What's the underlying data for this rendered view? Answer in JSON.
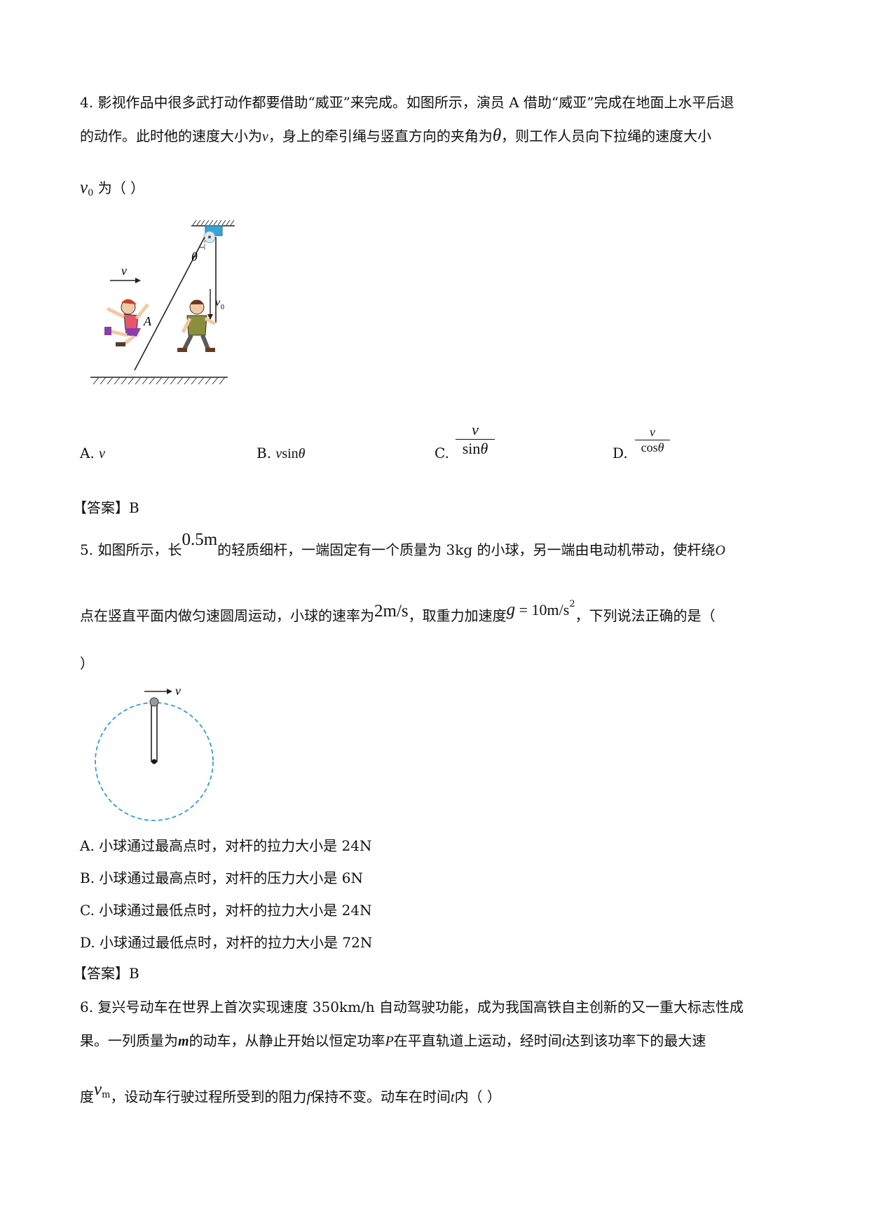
{
  "q4": {
    "line1": "4. 影视作品中很多武打动作都要借助“威亚”来完成。如图所示，演员 A 借助“威亚”完成在地面上水平后退",
    "line2a": "的动作。此时他的速度大小为",
    "v": "v",
    "line2b": "，身上的牵引绳与竖直方向的夹角为",
    "theta": "θ",
    "line2c": "，则工作人员向下拉绳的速度大小",
    "v0_base": "v",
    "v0_sub": "0",
    "line3": " 为（        ）",
    "fig": {
      "v": "v",
      "theta": "θ",
      "A": "A",
      "v0": "v",
      "v0_sub": "0"
    },
    "options": {
      "a_label": "A. ",
      "a_val": "v",
      "b_label": "B. ",
      "b_val": "v",
      "b_func": "sin",
      "b_theta": "θ",
      "c_label": "C. ",
      "c_num": "v",
      "c_den_func": "sin",
      "c_den_theta": "θ",
      "d_label": "D. ",
      "d_num": "v",
      "d_den_func": "cos",
      "d_den_theta": "θ"
    },
    "answer": "【答案】B"
  },
  "q5": {
    "line1a": "5. 如图所示，长",
    "len": "0.5m",
    "line1b": "的轻质细杆，一端固定有一个质量为 3kg 的小球，另一端由电动机带动，使杆绕",
    "O": "O",
    "line2a": "点在竖直平面内做匀速圆周运动，小球的速率为",
    "speed": "2m/s",
    "line2b": "，取重力加速度",
    "g": "g",
    "geq": " = 10m/s",
    "gsup": "2",
    "line2c": "，下列说法正确的是（",
    "line3": "）",
    "fig": {
      "v": "v"
    },
    "options": [
      "A. 小球通过最高点时，对杆的拉力大小是 24N",
      "B. 小球通过最高点时，对杆的压力大小是 6N",
      "C. 小球通过最低点时，对杆的拉力大小是 24N",
      "D. 小球通过最低点时，对杆的拉力大小是 72N"
    ],
    "answer": "【答案】B"
  },
  "q6": {
    "line1": "6. 复兴号动车在世界上首次实现速度 350km/h 自动驾驶功能，成为我国高铁自主创新的又一重大标志性成",
    "line2a": "果。一列质量为",
    "m": "m",
    "line2b": "的动车，从静止开始以恒定功率",
    "P": "P",
    "line2c": "在平直轨道上运动，经时间",
    "t": "t",
    "line2d": "达到该功率下的最大速",
    "line3a": "度",
    "vm_base": "v",
    "vm_sub": "m",
    "line3b": "，设动车行驶过程所受到的阻力",
    "f": "f",
    "line3c": "保持不变。动车在时间",
    "t2": "t",
    "line3d": "内（        ）"
  }
}
